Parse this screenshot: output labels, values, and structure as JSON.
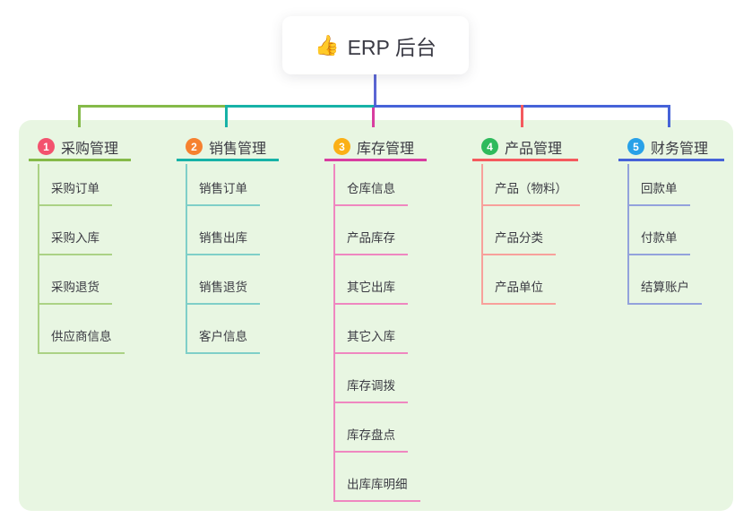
{
  "root": {
    "icon": "👍",
    "label": "ERP 后台",
    "line_color": "#5b66d4"
  },
  "panel": {
    "background": "#e8f6e2"
  },
  "trunk": {
    "left_color": "#85ba49",
    "mid_color": "#17b2a7",
    "right_color": "#4663d8"
  },
  "branches": [
    {
      "num": "1",
      "label": "采购管理",
      "badge_color": "#f3526e",
      "line_color": "#85ba49",
      "light_color": "#abd285",
      "children": [
        "采购订单",
        "采购入库",
        "采购退货",
        "供应商信息"
      ]
    },
    {
      "num": "2",
      "label": "销售管理",
      "badge_color": "#f6812f",
      "line_color": "#17b2a7",
      "light_color": "#7fcfc8",
      "children": [
        "销售订单",
        "销售出库",
        "销售退货",
        "客户信息"
      ]
    },
    {
      "num": "3",
      "label": "库存管理",
      "badge_color": "#fbb016",
      "line_color": "#d83da0",
      "light_color": "#ef87c0",
      "children": [
        "仓库信息",
        "产品库存",
        "其它出库",
        "其它入库",
        "库存调拨",
        "库存盘点",
        "出库库明细"
      ]
    },
    {
      "num": "4",
      "label": "产品管理",
      "badge_color": "#2eba5c",
      "line_color": "#f45a5e",
      "light_color": "#f8a09b",
      "children": [
        "产品（物料）",
        "产品分类",
        "产品单位"
      ]
    },
    {
      "num": "5",
      "label": "财务管理",
      "badge_color": "#28a1e8",
      "line_color": "#4663d8",
      "light_color": "#93a2dc",
      "children": [
        "回款单",
        "付款单",
        "结算账户"
      ]
    }
  ]
}
